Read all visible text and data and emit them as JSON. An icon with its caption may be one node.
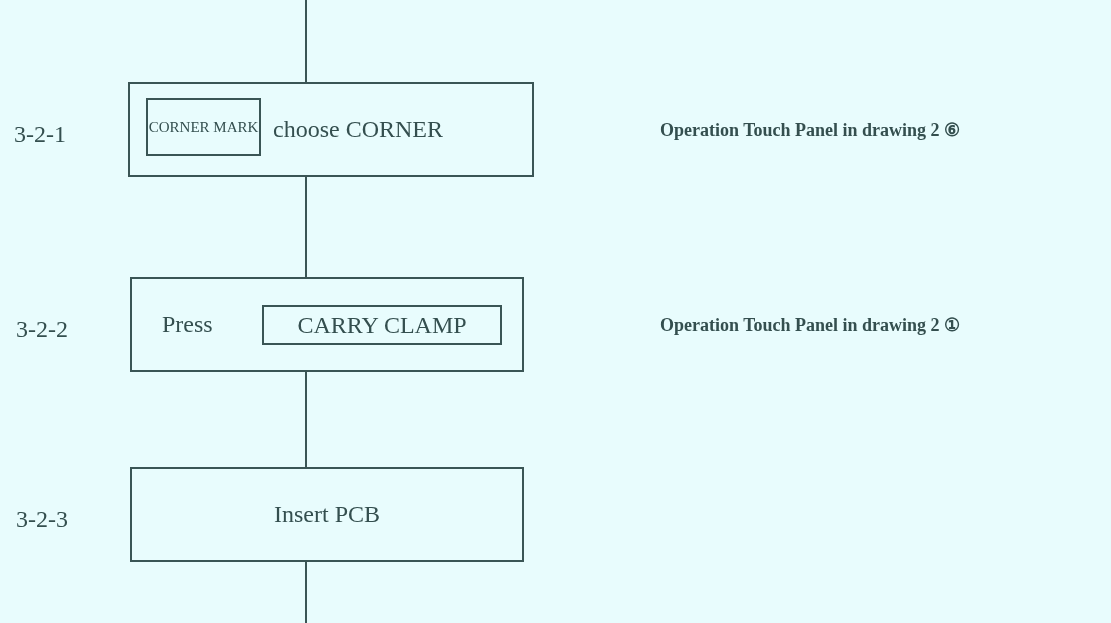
{
  "diagram": {
    "nodes": [
      {
        "text": [
          "choose CORNER"
        ],
        "beside": [
          "3-2-1"
        ]
      },
      {
        "text": [
          "CORNER MARK"
        ],
        "in": 0
      },
      {
        "text": [
          "Press"
        ],
        "beside": [
          "3-2-2"
        ]
      },
      {
        "text": [
          "CARRY CLAMP"
        ],
        "in": 2
      },
      {
        "text": [
          "Insert PCB"
        ],
        "beside": [
          "3-2-3"
        ]
      }
    ],
    "edges": [
      {
        "from": null,
        "to": 0,
        "arrow": "none"
      },
      {
        "from": 0,
        "to": 2,
        "arrow": "none"
      },
      {
        "from": 2,
        "to": 4,
        "arrow": "none"
      },
      {
        "from": 4,
        "to": null,
        "arrow": "none"
      }
    ],
    "labels": [
      "Operation Touch Panel in drawing 2 ⑥",
      "Operation Touch Panel in drawing 2 ①"
    ]
  }
}
